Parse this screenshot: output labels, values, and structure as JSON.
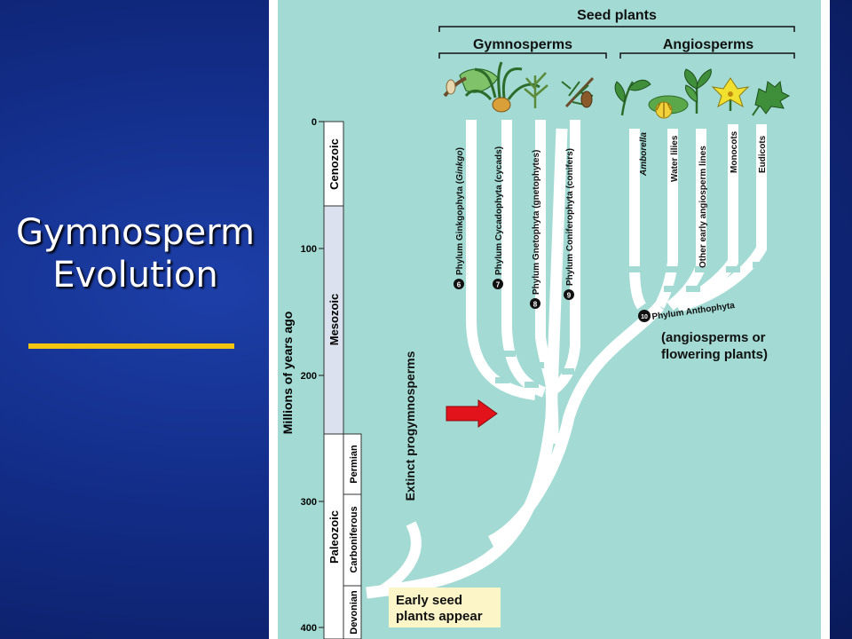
{
  "slide": {
    "title_line1": "Gymnosperm",
    "title_line2": "Evolution"
  },
  "colors": {
    "background": "#122c86",
    "accent_rule": "#f2c511",
    "panel": "#a3dbd4",
    "branch": "#ffffff",
    "pointer": "#e3131b"
  },
  "header": {
    "seed_plants": "Seed plants",
    "gymnosperms": "Gymnosperms",
    "angiosperms": "Angiosperms"
  },
  "timescale": {
    "axis_label": "Millions of years ago",
    "ticks": [
      "0",
      "100",
      "200",
      "300",
      "400"
    ],
    "eras": [
      "Cenozoic",
      "Mesozoic",
      "Paleozoic"
    ],
    "periods": [
      "Permian",
      "Carboniferous",
      "Devonian"
    ]
  },
  "taxa": {
    "t6": "Phylum Ginkgophyta (",
    "t6i": "Ginkgo",
    "t6e": ")",
    "t7": "Phylum Cycadophyta (cycads)",
    "t8": "Phylum Gnetophyta (gnetophytes)",
    "t9": "Phylum Coniferophyta (conifers)",
    "a1": "Amborella",
    "a2": "Water lilies",
    "a3": "Other early angiosperm lines",
    "a4": "Monocots",
    "a5": "Eudicots"
  },
  "numbers": {
    "n6": "6",
    "n7": "7",
    "n8": "8",
    "n9": "9",
    "n10": "10"
  },
  "labels": {
    "anthophyta": "Phylum Anthophyta",
    "angio_line1": "(angiosperms or",
    "angio_line2": "flowering plants)",
    "progymnosperms": "Extinct progymnosperms",
    "early_line1": "Early seed",
    "early_line2": "plants appear"
  },
  "icons": [
    "ginkgo-leaf-icon",
    "cycad-icon",
    "gnetophyte-icon",
    "conifer-icon",
    "amborella-icon",
    "water-lily-icon",
    "early-angiosperm-icon",
    "monocot-flower-icon",
    "eudicot-leaf-icon",
    "red-arrow-icon"
  ]
}
